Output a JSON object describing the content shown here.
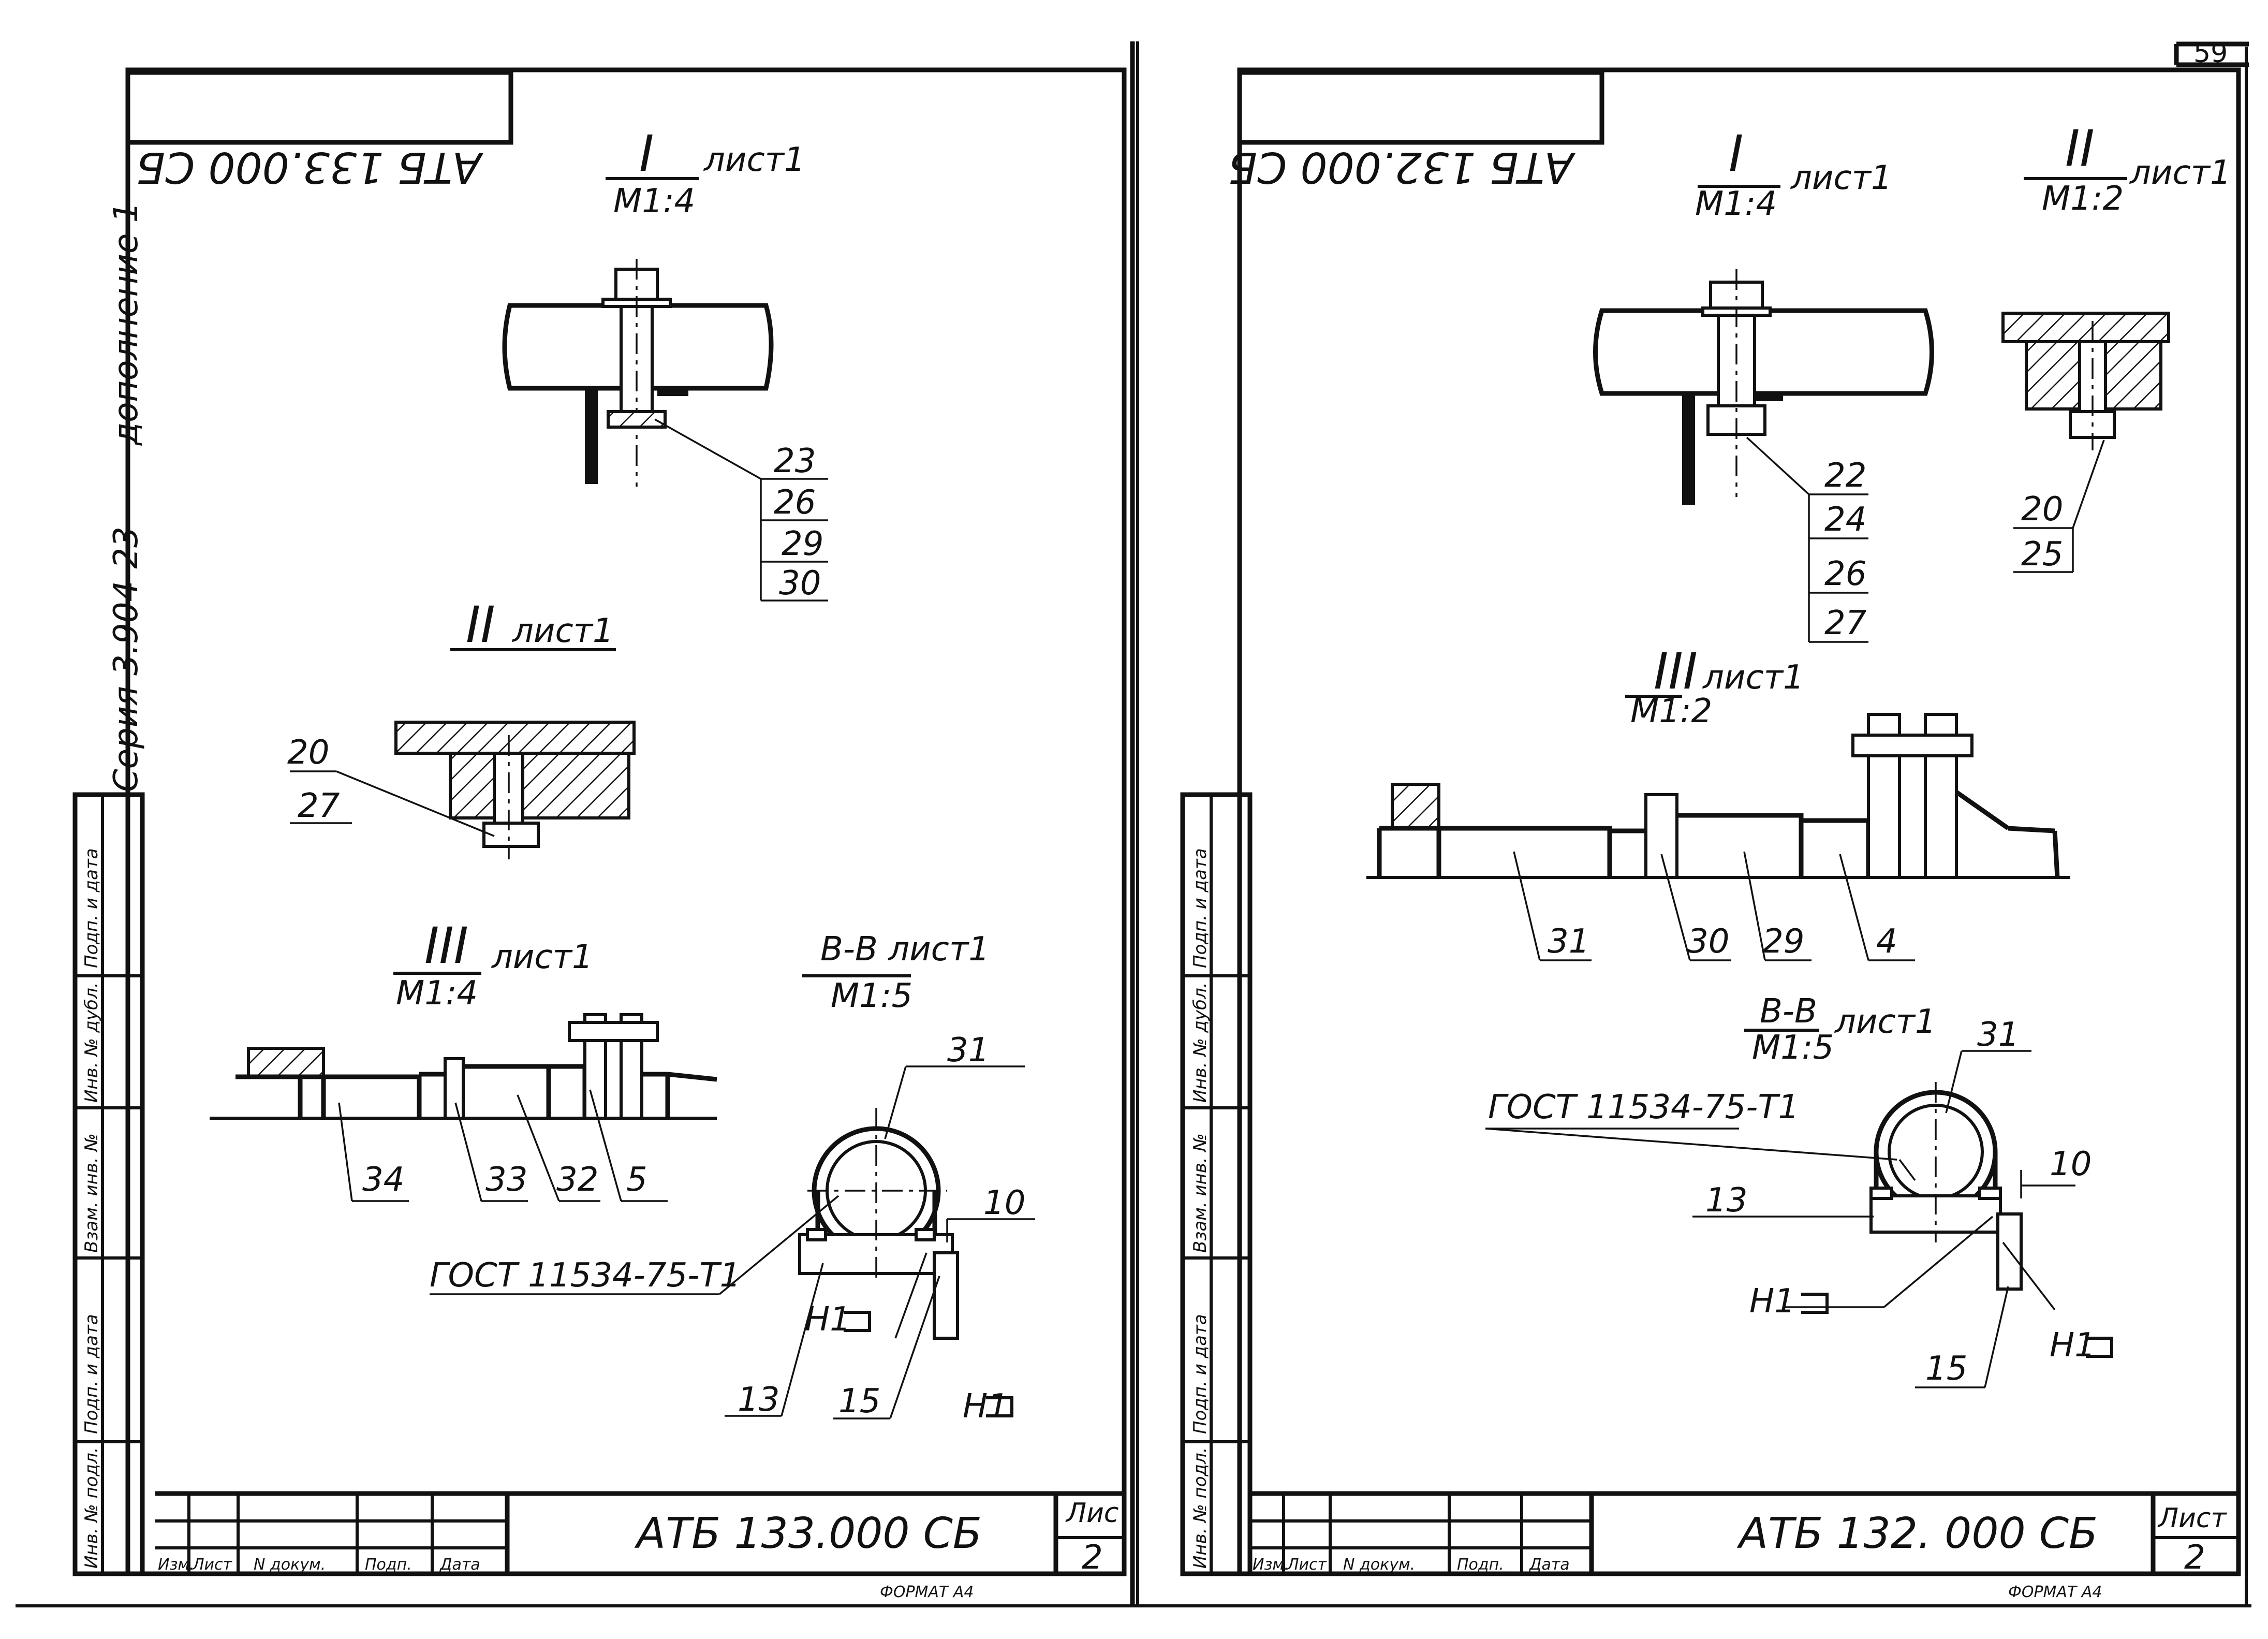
{
  "page_number": "59",
  "vertical_notes": {
    "addendum": "дополнение 1",
    "series": "Серия 3.904-23"
  },
  "left_sheet": {
    "rotated_code": "АТБ 133.000 СБ",
    "doc_code": "АТБ 133.000 СБ",
    "sheet_label": "Лис",
    "sheet_number": "2",
    "format": "ФОРМАТ А4",
    "side_columns": [
      "Подп. и дата",
      "Инв. № дубл.",
      "Взам. инв. №",
      "Подп. и дата",
      "Инв. № подл."
    ],
    "title_block_labels": [
      "Изм.",
      "Лист",
      "N докум.",
      "Подп.",
      "Дата"
    ],
    "views": {
      "view1": {
        "roman": "I",
        "sheet_ref": "лист1",
        "scale": "М1:4",
        "callouts": [
          "23",
          "26",
          "29",
          "30"
        ]
      },
      "view2": {
        "roman": "II",
        "sheet_ref": "лист1",
        "callouts": [
          "20",
          "27"
        ]
      },
      "view3": {
        "roman": "III",
        "sheet_ref": "лист1",
        "scale": "М1:4",
        "callouts": [
          "34",
          "33",
          "32",
          "5"
        ]
      },
      "view4": {
        "title": "В-В лист1",
        "scale": "М1:5",
        "callouts": [
          "31",
          "10",
          "13",
          "15"
        ],
        "standard": "ГОСТ 11534-75-Т1",
        "weld": "Н1"
      }
    }
  },
  "right_sheet": {
    "rotated_code": "АТБ 132.000 СБ",
    "doc_code": "АТБ 132. 000 СБ",
    "sheet_label": "Лист",
    "sheet_number": "2",
    "format": "ФОРМАТ А4",
    "side_columns": [
      "Подп. и дата",
      "Инв. № дубл.",
      "Взам. инв. №",
      "Подп. и дата",
      "Инв. № подл."
    ],
    "title_block_labels": [
      "Изм.",
      "Лист",
      "N докум.",
      "Подп.",
      "Дата"
    ],
    "views": {
      "view1": {
        "roman": "I",
        "sheet_ref": "лист1",
        "scale": "М1:4",
        "callouts": [
          "22",
          "24",
          "26",
          "27"
        ]
      },
      "view2": {
        "roman": "II",
        "sheet_ref": "лист1",
        "scale": "М1:2",
        "callouts": [
          "20",
          "25"
        ]
      },
      "view3": {
        "roman": "III",
        "sheet_ref": "лист1",
        "scale": "М1:2",
        "callouts": [
          "31",
          "30",
          "29",
          "4"
        ]
      },
      "view4": {
        "title": "В-В",
        "sheet_ref": "лист1",
        "scale": "М1:5",
        "callouts": [
          "31",
          "10",
          "13",
          "15"
        ],
        "standard": "ГОСТ 11534-75-Т1",
        "weld": "Н1"
      }
    }
  }
}
